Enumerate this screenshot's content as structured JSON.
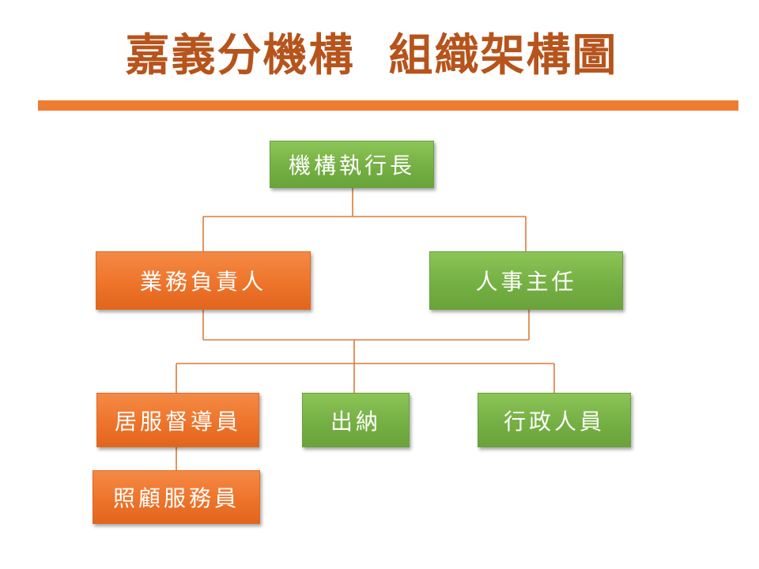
{
  "title": "嘉義分機構  組織架構圖",
  "colors": {
    "title": "#b6541c",
    "rule": "#ee7d31",
    "green_node": "#75b044",
    "orange_node": "#ee742b",
    "connector": "#e07a3a"
  },
  "org": {
    "ceo": "機構執行長",
    "business_head": "業務負責人",
    "hr_head": "人事主任",
    "home_care_supervisor": "居服督導員",
    "cashier": "出納",
    "admin_staff": "行政人員",
    "care_attendant": "照顧服務員"
  }
}
